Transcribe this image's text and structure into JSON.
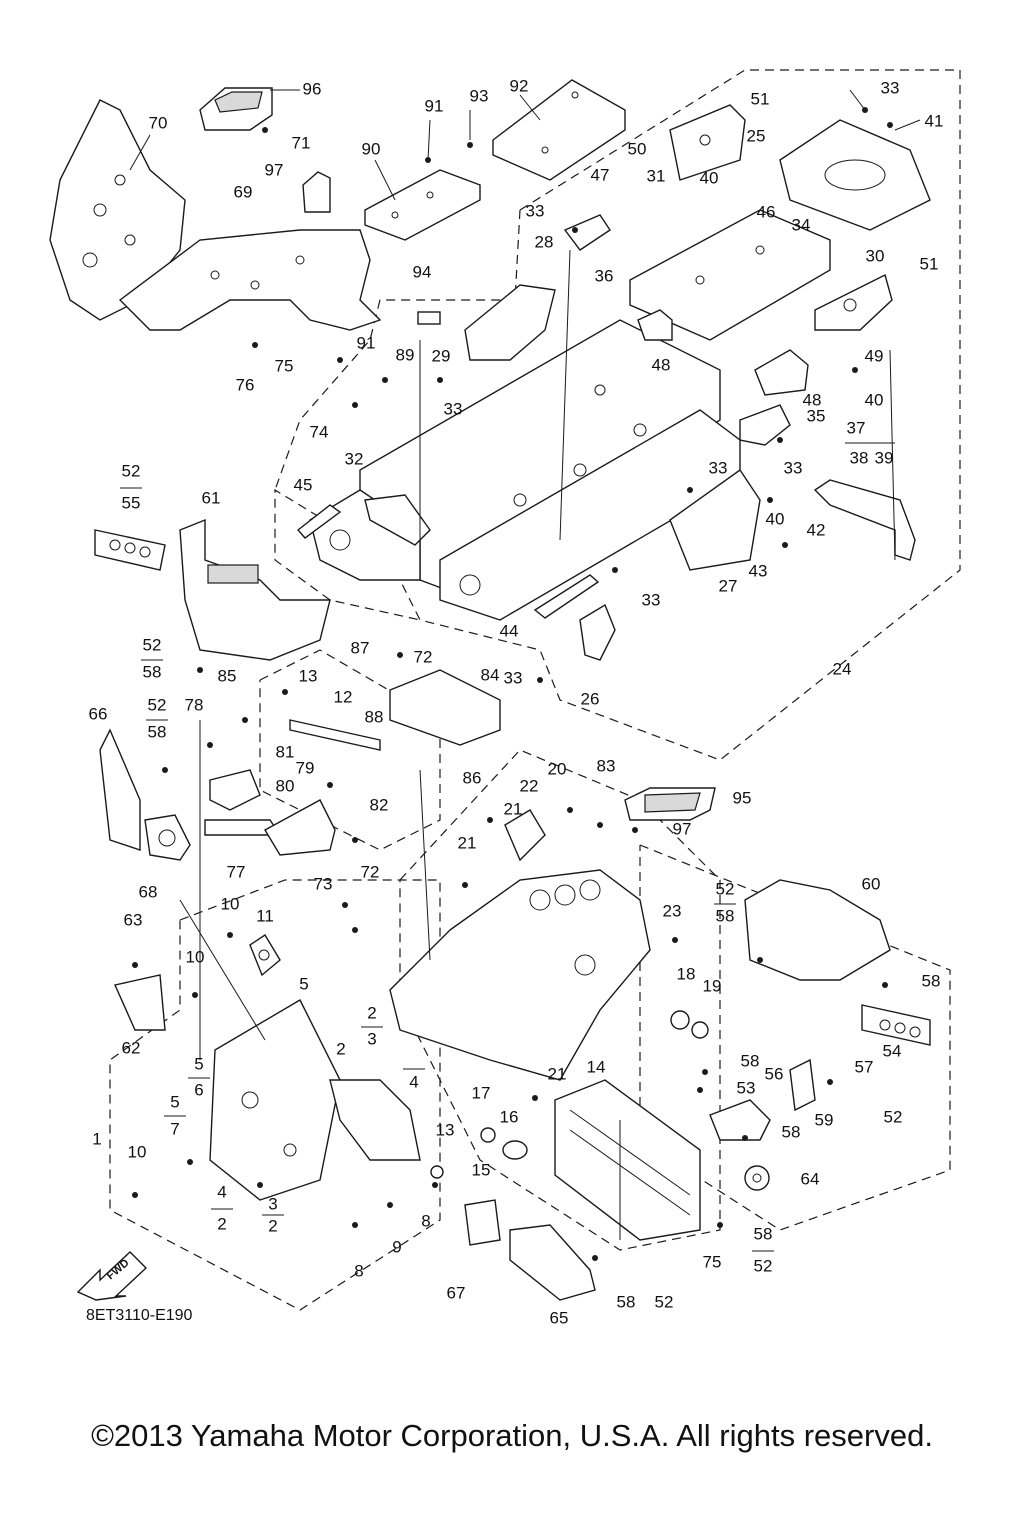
{
  "diagram": {
    "code": "8ET3110-E190",
    "fwd_label": "FWD",
    "callouts": [
      "1",
      "2",
      "2",
      "2",
      "2",
      "3",
      "3",
      "4",
      "4",
      "5",
      "5",
      "5",
      "6",
      "7",
      "8",
      "8",
      "9",
      "10",
      "10",
      "10",
      "11",
      "12",
      "13",
      "13",
      "14",
      "15",
      "16",
      "17",
      "18",
      "19",
      "20",
      "21",
      "21",
      "21",
      "22",
      "23",
      "24",
      "25",
      "26",
      "27",
      "28",
      "29",
      "30",
      "31",
      "32",
      "33",
      "33",
      "33",
      "33",
      "33",
      "33",
      "33",
      "34",
      "35",
      "36",
      "37",
      "38",
      "39",
      "40",
      "40",
      "40",
      "41",
      "42",
      "43",
      "44",
      "45",
      "46",
      "47",
      "48",
      "48",
      "49",
      "50",
      "51",
      "51",
      "52",
      "52",
      "52",
      "52",
      "52",
      "52",
      "52",
      "53",
      "54",
      "55",
      "56",
      "57",
      "58",
      "58",
      "58",
      "58",
      "58",
      "58",
      "58",
      "58",
      "59",
      "60",
      "61",
      "62",
      "63",
      "64",
      "65",
      "66",
      "67",
      "68",
      "69",
      "70",
      "71",
      "72",
      "72",
      "73",
      "74",
      "75",
      "75",
      "76",
      "77",
      "78",
      "79",
      "80",
      "81",
      "82",
      "83",
      "84",
      "85",
      "86",
      "87",
      "88",
      "89",
      "90",
      "91",
      "91",
      "92",
      "93",
      "94",
      "95",
      "96",
      "97",
      "97"
    ]
  },
  "footer": {
    "copyright": "©2013 Yamaha Motor Corporation, U.S.A. All rights reserved."
  }
}
